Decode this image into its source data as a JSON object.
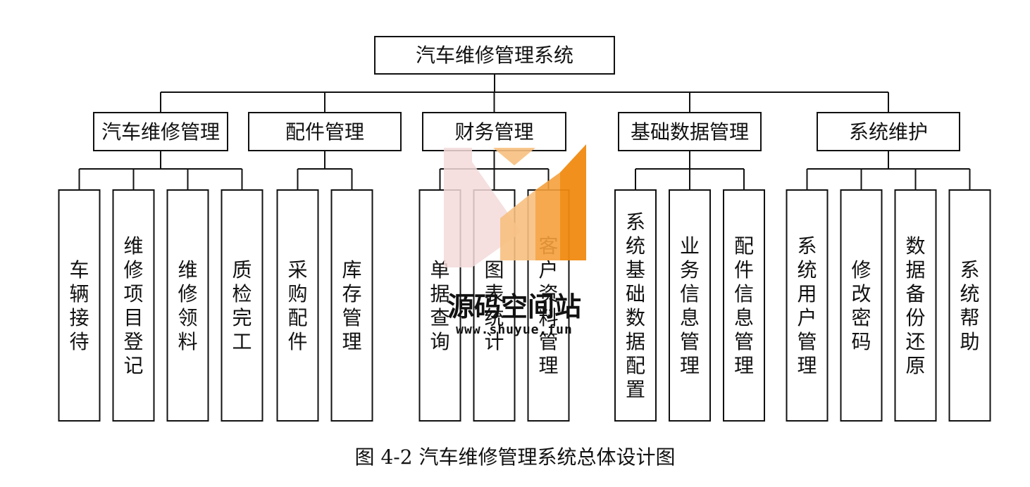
{
  "root": {
    "label": "汽车维修管理系统"
  },
  "groups": [
    {
      "label": "汽车维修管理",
      "children": [
        "车辆接待",
        "维修项目登记",
        "维修领料",
        "质检完工"
      ]
    },
    {
      "label": "配件管理",
      "children": [
        "采购配件",
        "库存管理"
      ]
    },
    {
      "label": "财务管理",
      "children": [
        "单据查询",
        "图表统计",
        "客户资料管理"
      ]
    },
    {
      "label": "基础数据管理",
      "children": [
        "系统基础数据配置",
        "业务信息管理",
        "配件信息管理"
      ]
    },
    {
      "label": "系统维护",
      "children": [
        "系统用户管理",
        "修改密码",
        "数据备份还原",
        "系统帮助"
      ]
    }
  ],
  "caption": "图 4-2 汽车维修管理系统总体设计图",
  "watermark": {
    "name": "源码空间站",
    "url": "www.shuyue.fun",
    "colors": [
      "#f3d9d9",
      "#f7c07f",
      "#f5a03c",
      "#f08a10"
    ]
  }
}
